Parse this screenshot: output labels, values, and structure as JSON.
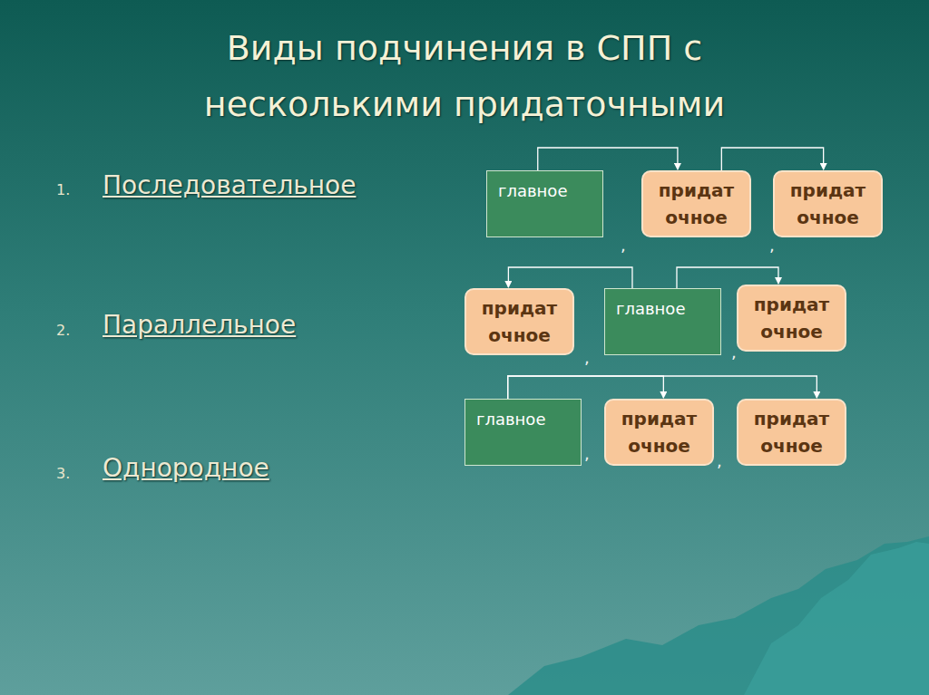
{
  "diagram": {
    "title": "Виды подчинения в СПП с несколькими придаточными",
    "nodes": [
      {
        "text": [
          "главное"
        ]
      },
      {
        "text": [
          "придат очное"
        ]
      },
      {
        "text": [
          "придат очное"
        ]
      },
      {
        "text": [
          "придат очное"
        ]
      },
      {
        "text": [
          "главное"
        ]
      },
      {
        "text": [
          "придат очное"
        ]
      },
      {
        "text": [
          "главное"
        ]
      },
      {
        "text": [
          "придат очное"
        ]
      },
      {
        "text": [
          "придат очное"
        ]
      }
    ],
    "edges": [
      {
        "from": 0,
        "to": 1,
        "arrow": "to"
      },
      {
        "from": 1,
        "to": 2,
        "arrow": "to"
      },
      {
        "from": 4,
        "to": 3,
        "arrow": "to"
      },
      {
        "from": 4,
        "to": 5,
        "arrow": "to"
      },
      {
        "from": 6,
        "to": 7,
        "arrow": "to"
      },
      {
        "from": 6,
        "to": 8,
        "arrow": "to"
      }
    ],
    "labels": [
      "1.",
      "Последовательное",
      "2.",
      "Параллельное",
      "3.",
      "Однородное",
      ",",
      ",",
      ",",
      ",",
      ",",
      ","
    ]
  }
}
